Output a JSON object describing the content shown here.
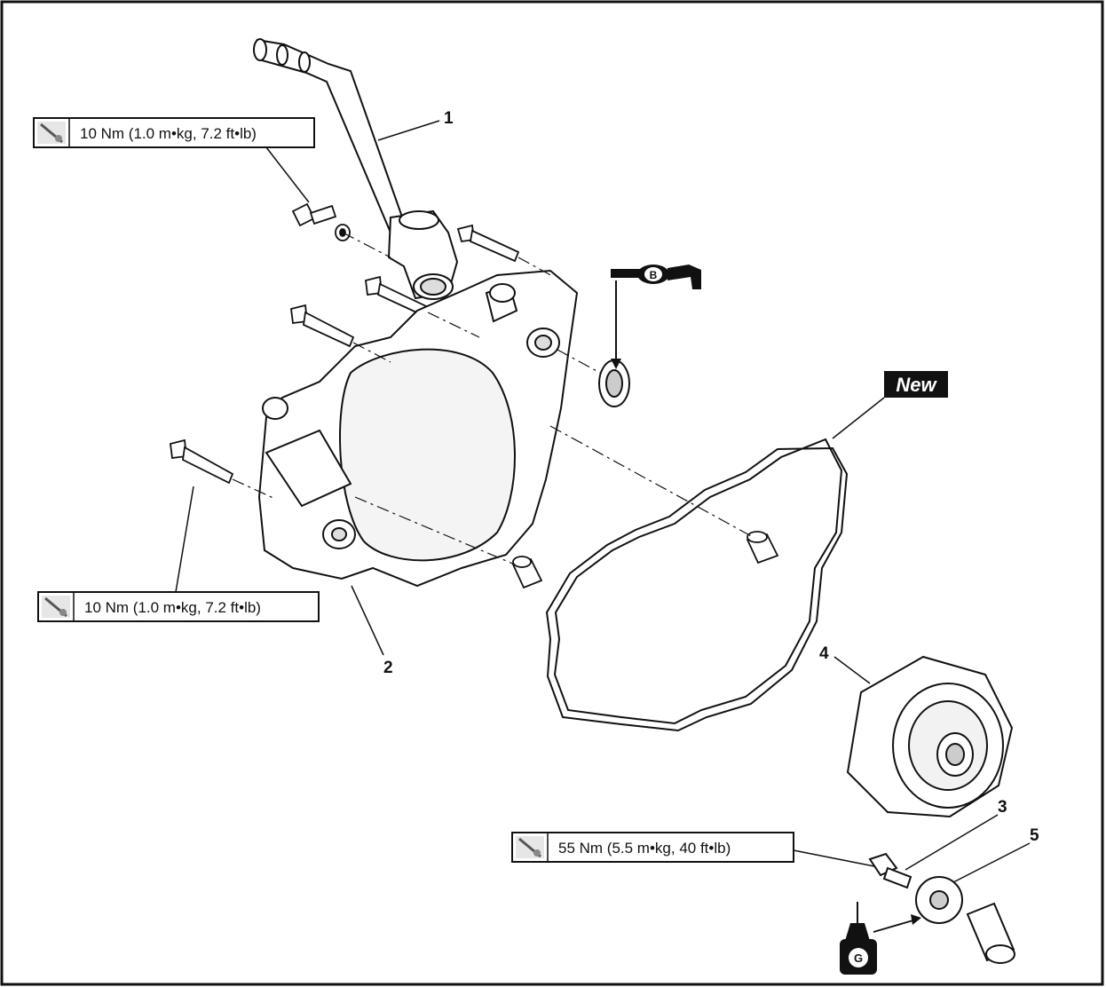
{
  "torque_boxes": [
    {
      "text": "10 Nm (1.0 m•kg, 7.2 ft•lb)",
      "icon": "torque-wrench-icon"
    },
    {
      "text": "10 Nm (1.0 m•kg, 7.2 ft•lb)",
      "icon": "torque-wrench-icon"
    },
    {
      "text": "55 Nm (5.5 m•kg, 40 ft•lb)",
      "icon": "torque-wrench-icon"
    }
  ],
  "callouts": [
    "1",
    "2",
    "3",
    "4",
    "5"
  ],
  "new_badge": "New",
  "grease_symbol": "B",
  "locktite_symbol": "G",
  "colors": {
    "line": "#111111",
    "badge_bg": "#111111",
    "badge_text": "#ffffff"
  }
}
